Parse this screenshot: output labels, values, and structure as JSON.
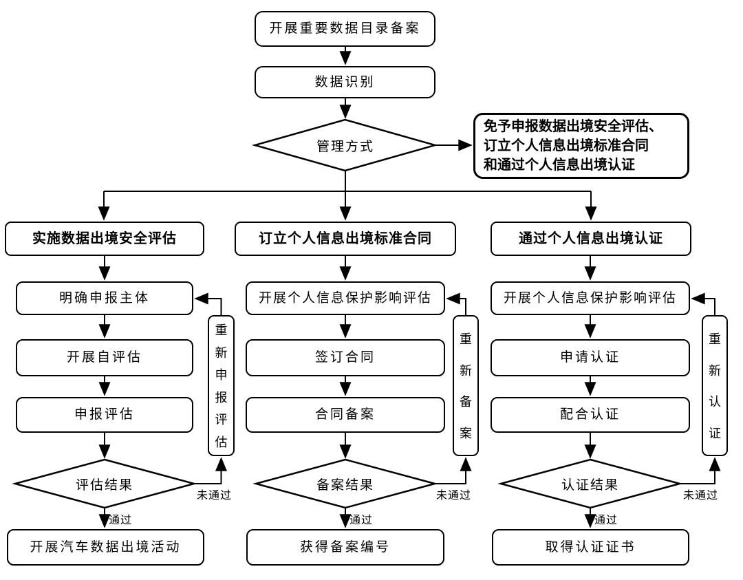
{
  "flowchart": {
    "start": "开展重要数据目录备案",
    "identify": "数据识别",
    "mode_decision": "管理方式",
    "exempt_lines": [
      "免予申报数据出境安全评估、",
      "订立个人信息出境标准合同",
      "和通过个人信息出境认证"
    ],
    "pass_label": "通过",
    "fail_label": "未通过",
    "columns": [
      {
        "header": "实施数据出境安全评估",
        "steps": [
          "明确申报主体",
          "开展自评估",
          "申报评估"
        ],
        "decision": "评估结果",
        "redo": "重新申报评估",
        "result": "开展汽车数据出境活动"
      },
      {
        "header": "订立个人信息出境标准合同",
        "steps": [
          "开展个人信息保护影响评估",
          "签订合同",
          "合同备案"
        ],
        "decision": "备案结果",
        "redo": "重新备案",
        "result": "获得备案编号"
      },
      {
        "header": "通过个人信息出境认证",
        "steps": [
          "开展个人信息保护影响评估",
          "申请认证",
          "配合认证"
        ],
        "decision": "认证结果",
        "redo": "重新认证",
        "result": "取得认证证书"
      }
    ],
    "colors": {
      "line": "#000000",
      "box_bg": "#ffffff",
      "text": "#000000"
    }
  }
}
